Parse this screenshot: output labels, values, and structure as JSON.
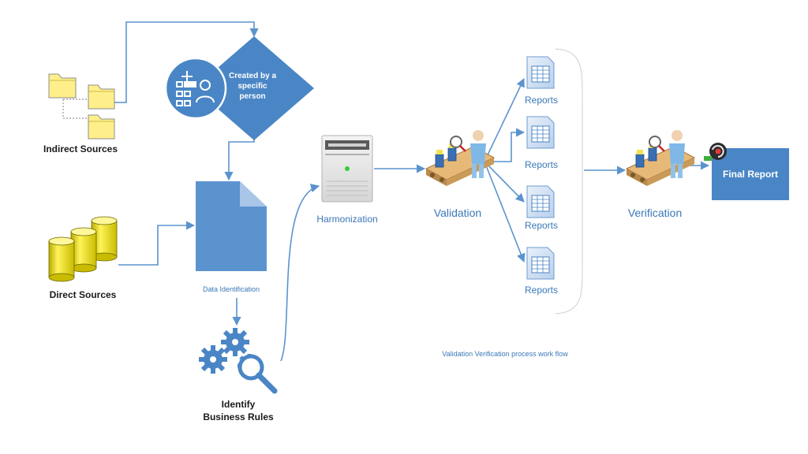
{
  "diagram": {
    "caption": "Validation Verification process work flow",
    "nodes": {
      "indirect_sources": "Indirect Sources",
      "direct_sources": "Direct Sources",
      "created_by": "Created by a specific person",
      "data_identification": "Data Identification",
      "identify_rules_line1": "Identify",
      "identify_rules_line2": "Business Rules",
      "harmonization": "Harmonization",
      "validation": "Validation",
      "reports": [
        "Reports",
        "Reports",
        "Reports",
        "Reports"
      ],
      "verification": "Verification",
      "final_report": "Final Report"
    },
    "edges": [
      {
        "from": "indirect_sources",
        "to": "created_by"
      },
      {
        "from": "created_by",
        "to": "data_identification"
      },
      {
        "from": "direct_sources",
        "to": "data_identification"
      },
      {
        "from": "data_identification",
        "to": "identify_business_rules"
      },
      {
        "from": "identify_business_rules",
        "to": "harmonization"
      },
      {
        "from": "harmonization",
        "to": "validation"
      },
      {
        "from": "validation",
        "to": "reports"
      },
      {
        "from": "reports",
        "to": "verification"
      },
      {
        "from": "verification",
        "to": "final_report"
      }
    ],
    "colors": {
      "primary_blue": "#4a86c5",
      "arrow_blue": "#5b93cf",
      "label_blue": "#3a78b8",
      "folder_yellow": "#ffef8a",
      "cylinder_yellow": "#f3e600"
    }
  }
}
